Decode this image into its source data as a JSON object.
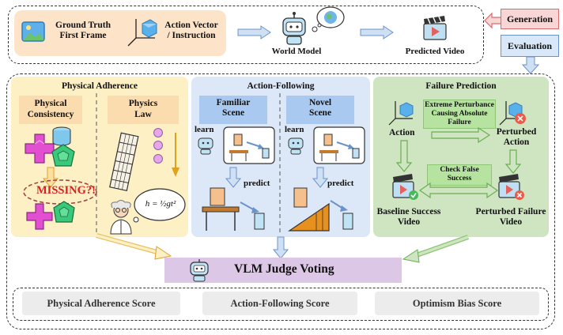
{
  "top": {
    "ground_truth_line1": "Ground Truth",
    "ground_truth_line2": "First Frame",
    "action_vector_line1": "Action Vector",
    "action_vector_line2": "/ Instruction",
    "world_model": "World Model",
    "predicted_video": "Predicted Video",
    "generation": "Generation",
    "evaluation": "Evaluation"
  },
  "physical": {
    "title": "Physical Adherence",
    "consistency_line1": "Physical",
    "consistency_line2": "Consistency",
    "law_line1": "Physics",
    "law_line2": "Law",
    "missing": "MISSING?!",
    "formula": "h = ½gt²"
  },
  "action": {
    "title": "Action-Following",
    "familiar_line1": "Familiar",
    "familiar_line2": "Scene",
    "novel_line1": "Novel",
    "novel_line2": "Scene",
    "learn": "learn",
    "predict": "predict"
  },
  "failure": {
    "title": "Failure Prediction",
    "action": "Action",
    "perturb_line1": "Extreme Perturbance",
    "perturb_line2": "Causing Absolute",
    "perturb_line3": "Failure",
    "perturbed_line1": "Perturbed",
    "perturbed_line2": "Action",
    "check_line1": "Check False",
    "check_line2": "Success",
    "baseline_line1": "Baseline Success",
    "baseline_line2": "Video",
    "pfail_line1": "Perturbed Failure",
    "pfail_line2": "Video"
  },
  "vlm": {
    "title": "VLM Judge Voting"
  },
  "scores": {
    "physical": "Physical Adherence Score",
    "action": "Action-Following Score",
    "optimism": "Optimism Bias Score"
  },
  "colors": {
    "orange_panel": "#fdf0c4",
    "blue_panel": "#dce8f7",
    "green_panel": "#cfe5c2",
    "peach_box": "#fde4c8",
    "vlm_box": "#dcc7e6",
    "generation_bg": "#f8d6d6",
    "evaluation_bg": "#d9e8f8"
  }
}
